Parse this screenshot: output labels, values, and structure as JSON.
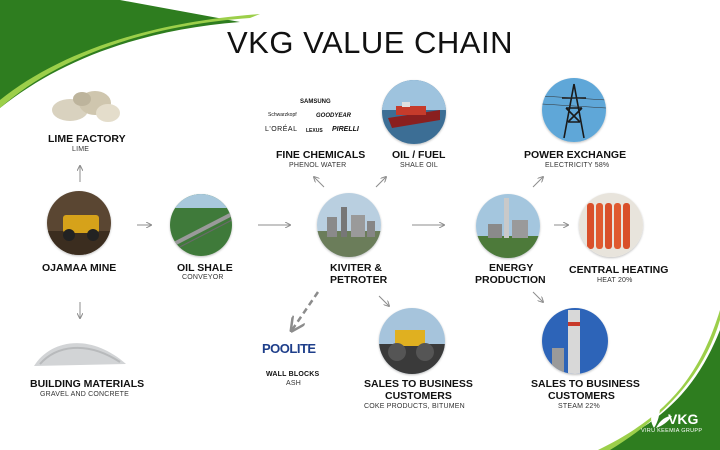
{
  "title": "VKG VALUE CHAIN",
  "nodes": {
    "lime_factory": {
      "label": "LIME FACTORY",
      "sub": "LIME"
    },
    "fine_chemicals": {
      "label": "FINE CHEMICALS",
      "sub": "PHENOL WATER"
    },
    "oil_fuel": {
      "label": "OIL / FUEL",
      "sub": "SHALE OIL"
    },
    "power_exchange": {
      "label": "POWER EXCHANGE",
      "sub": "ELECTRICITY 58%"
    },
    "ojamaa_mine": {
      "label": "OJAMAA MINE"
    },
    "oil_shale_conveyor": {
      "label1": "OIL SHALE",
      "sub": "CONVEYOR"
    },
    "kiviter": {
      "label1": "KIVITER &",
      "label2": "PETROTER"
    },
    "energy_production": {
      "label1": "ENERGY",
      "label2": "PRODUCTION"
    },
    "central_heating": {
      "label": "CENTRAL HEATING",
      "sub": "HEAT 20%"
    },
    "building_materials": {
      "label": "BUILDING MATERIALS",
      "sub": "GRAVEL AND CONCRETE"
    },
    "wall_blocks": {
      "logo": "POOLITE",
      "label": "WALL BLOCKS",
      "sub": "ASH"
    },
    "sales_business_1": {
      "label1": "SALES TO BUSINESS",
      "label2": "CUSTOMERS",
      "sub": "COKE PRODUCTS, BITUMEN"
    },
    "sales_business_2": {
      "label1": "SALES TO BUSINESS",
      "label2": "CUSTOMERS",
      "sub": "STEAM 22%"
    }
  },
  "brand_logos": [
    "Schwarzkopf",
    "SAMSUNG",
    "GOODYEAR",
    "L'ORÉAL",
    "LEXUS",
    "PIRELLI"
  ],
  "footer": {
    "logo_text": "VKG",
    "logo_sub": "VIRU KEEMIA GRUPP"
  },
  "colors": {
    "brand_green": "#3a8a2a",
    "light_green": "#8cc63f",
    "arrow_gray": "#8c8c8c"
  }
}
